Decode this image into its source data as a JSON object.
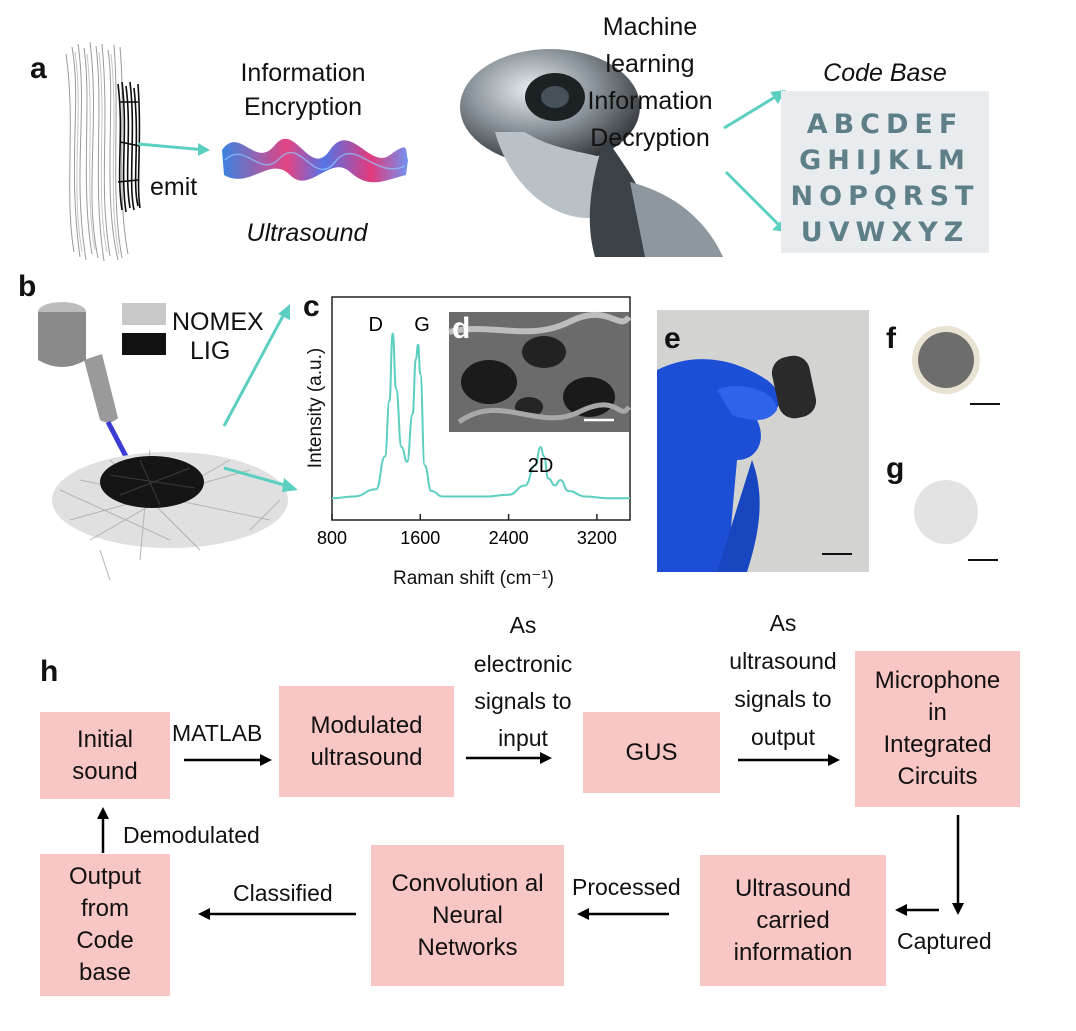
{
  "panels": {
    "a": "a",
    "b": "b",
    "c": "c",
    "d": "d",
    "e": "e",
    "f": "f",
    "g": "g",
    "h": "h"
  },
  "panel_a": {
    "info_encryption_1": "Information",
    "info_encryption_2": "Encryption",
    "emit": "emit",
    "ultrasound": "Ultrasound",
    "ml_1": "Machine",
    "ml_2": "learning",
    "ml_3": "Information",
    "ml_4": "Decryption",
    "code_base_title": "Code Base",
    "code_rows": [
      "ABCDEF",
      "GHIJKLM",
      "NOPQRST",
      "UVWXYZ"
    ]
  },
  "panel_b": {
    "legend": [
      {
        "label": "NOMEX",
        "color": "#c8c8c8"
      },
      {
        "label": "LIG",
        "color": "#111111"
      }
    ]
  },
  "chart_data": {
    "type": "line",
    "xlabel": "Raman shift (cm⁻¹)",
    "ylabel": "Intensity (a.u.)",
    "xlim": [
      800,
      3500
    ],
    "xticks": [
      800,
      1600,
      2400,
      3200
    ],
    "y_ticks_shown": false,
    "series": [
      {
        "color": "#5ccfc0",
        "x": [
          800,
          1000,
          1200,
          1280,
          1320,
          1350,
          1380,
          1430,
          1480,
          1530,
          1560,
          1580,
          1600,
          1640,
          1700,
          1800,
          2000,
          2200,
          2400,
          2550,
          2640,
          2690,
          2720,
          2760,
          2820,
          2870,
          2940,
          3100,
          3300,
          3500
        ],
        "values": [
          0.02,
          0.03,
          0.07,
          0.25,
          0.55,
          0.92,
          0.62,
          0.3,
          0.22,
          0.48,
          0.78,
          0.86,
          0.7,
          0.2,
          0.06,
          0.03,
          0.03,
          0.03,
          0.04,
          0.09,
          0.2,
          0.3,
          0.25,
          0.13,
          0.09,
          0.12,
          0.06,
          0.03,
          0.02,
          0.02
        ]
      }
    ],
    "peak_labels": [
      {
        "text": "D",
        "x": 1350
      },
      {
        "text": "G",
        "x": 1580
      },
      {
        "text": "2D",
        "x": 2690
      }
    ]
  },
  "panel_h": {
    "boxes": {
      "initial_sound": "Initial sound",
      "modulated": "Modulated ultrasound",
      "gus": "GUS",
      "microphone": "Microphone in Integrated Circuits",
      "ultrasound_info": "Ultrasound carried information",
      "cnn": "Convolution al Neural Networks",
      "output": "Output from Code base"
    },
    "arrows": {
      "matlab": "MATLAB",
      "electronic_1": "As",
      "electronic_2": "electronic",
      "electronic_3": "signals to",
      "electronic_4": "input",
      "ultrasound_1": "As",
      "ultrasound_2": "ultrasound",
      "ultrasound_3": "signals to",
      "ultrasound_4": "output",
      "captured": "Captured",
      "processed": "Processed",
      "classified": "Classified",
      "demodulated": "Demodulated"
    }
  }
}
